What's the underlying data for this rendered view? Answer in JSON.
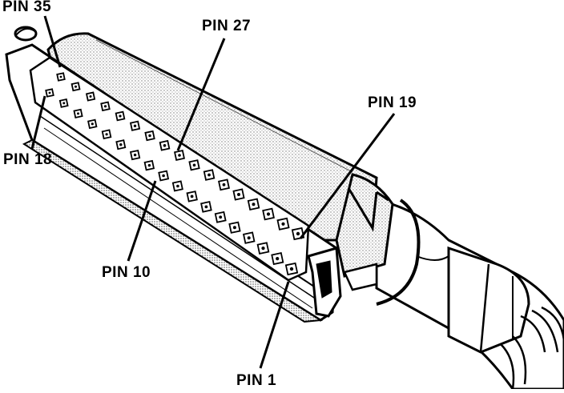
{
  "callouts": {
    "pin35": "PIN 35",
    "pin27": "PIN 27",
    "pin19": "PIN 19",
    "pin18": "PIN 18",
    "pin10": "PIN 10",
    "pin1": "PIN 1"
  },
  "colors": {
    "ink": "#000000",
    "paper": "#ffffff",
    "stipple": "#9a9a9a"
  },
  "pin_rows": {
    "top_row_count": 17,
    "bottom_row_count": 18
  }
}
